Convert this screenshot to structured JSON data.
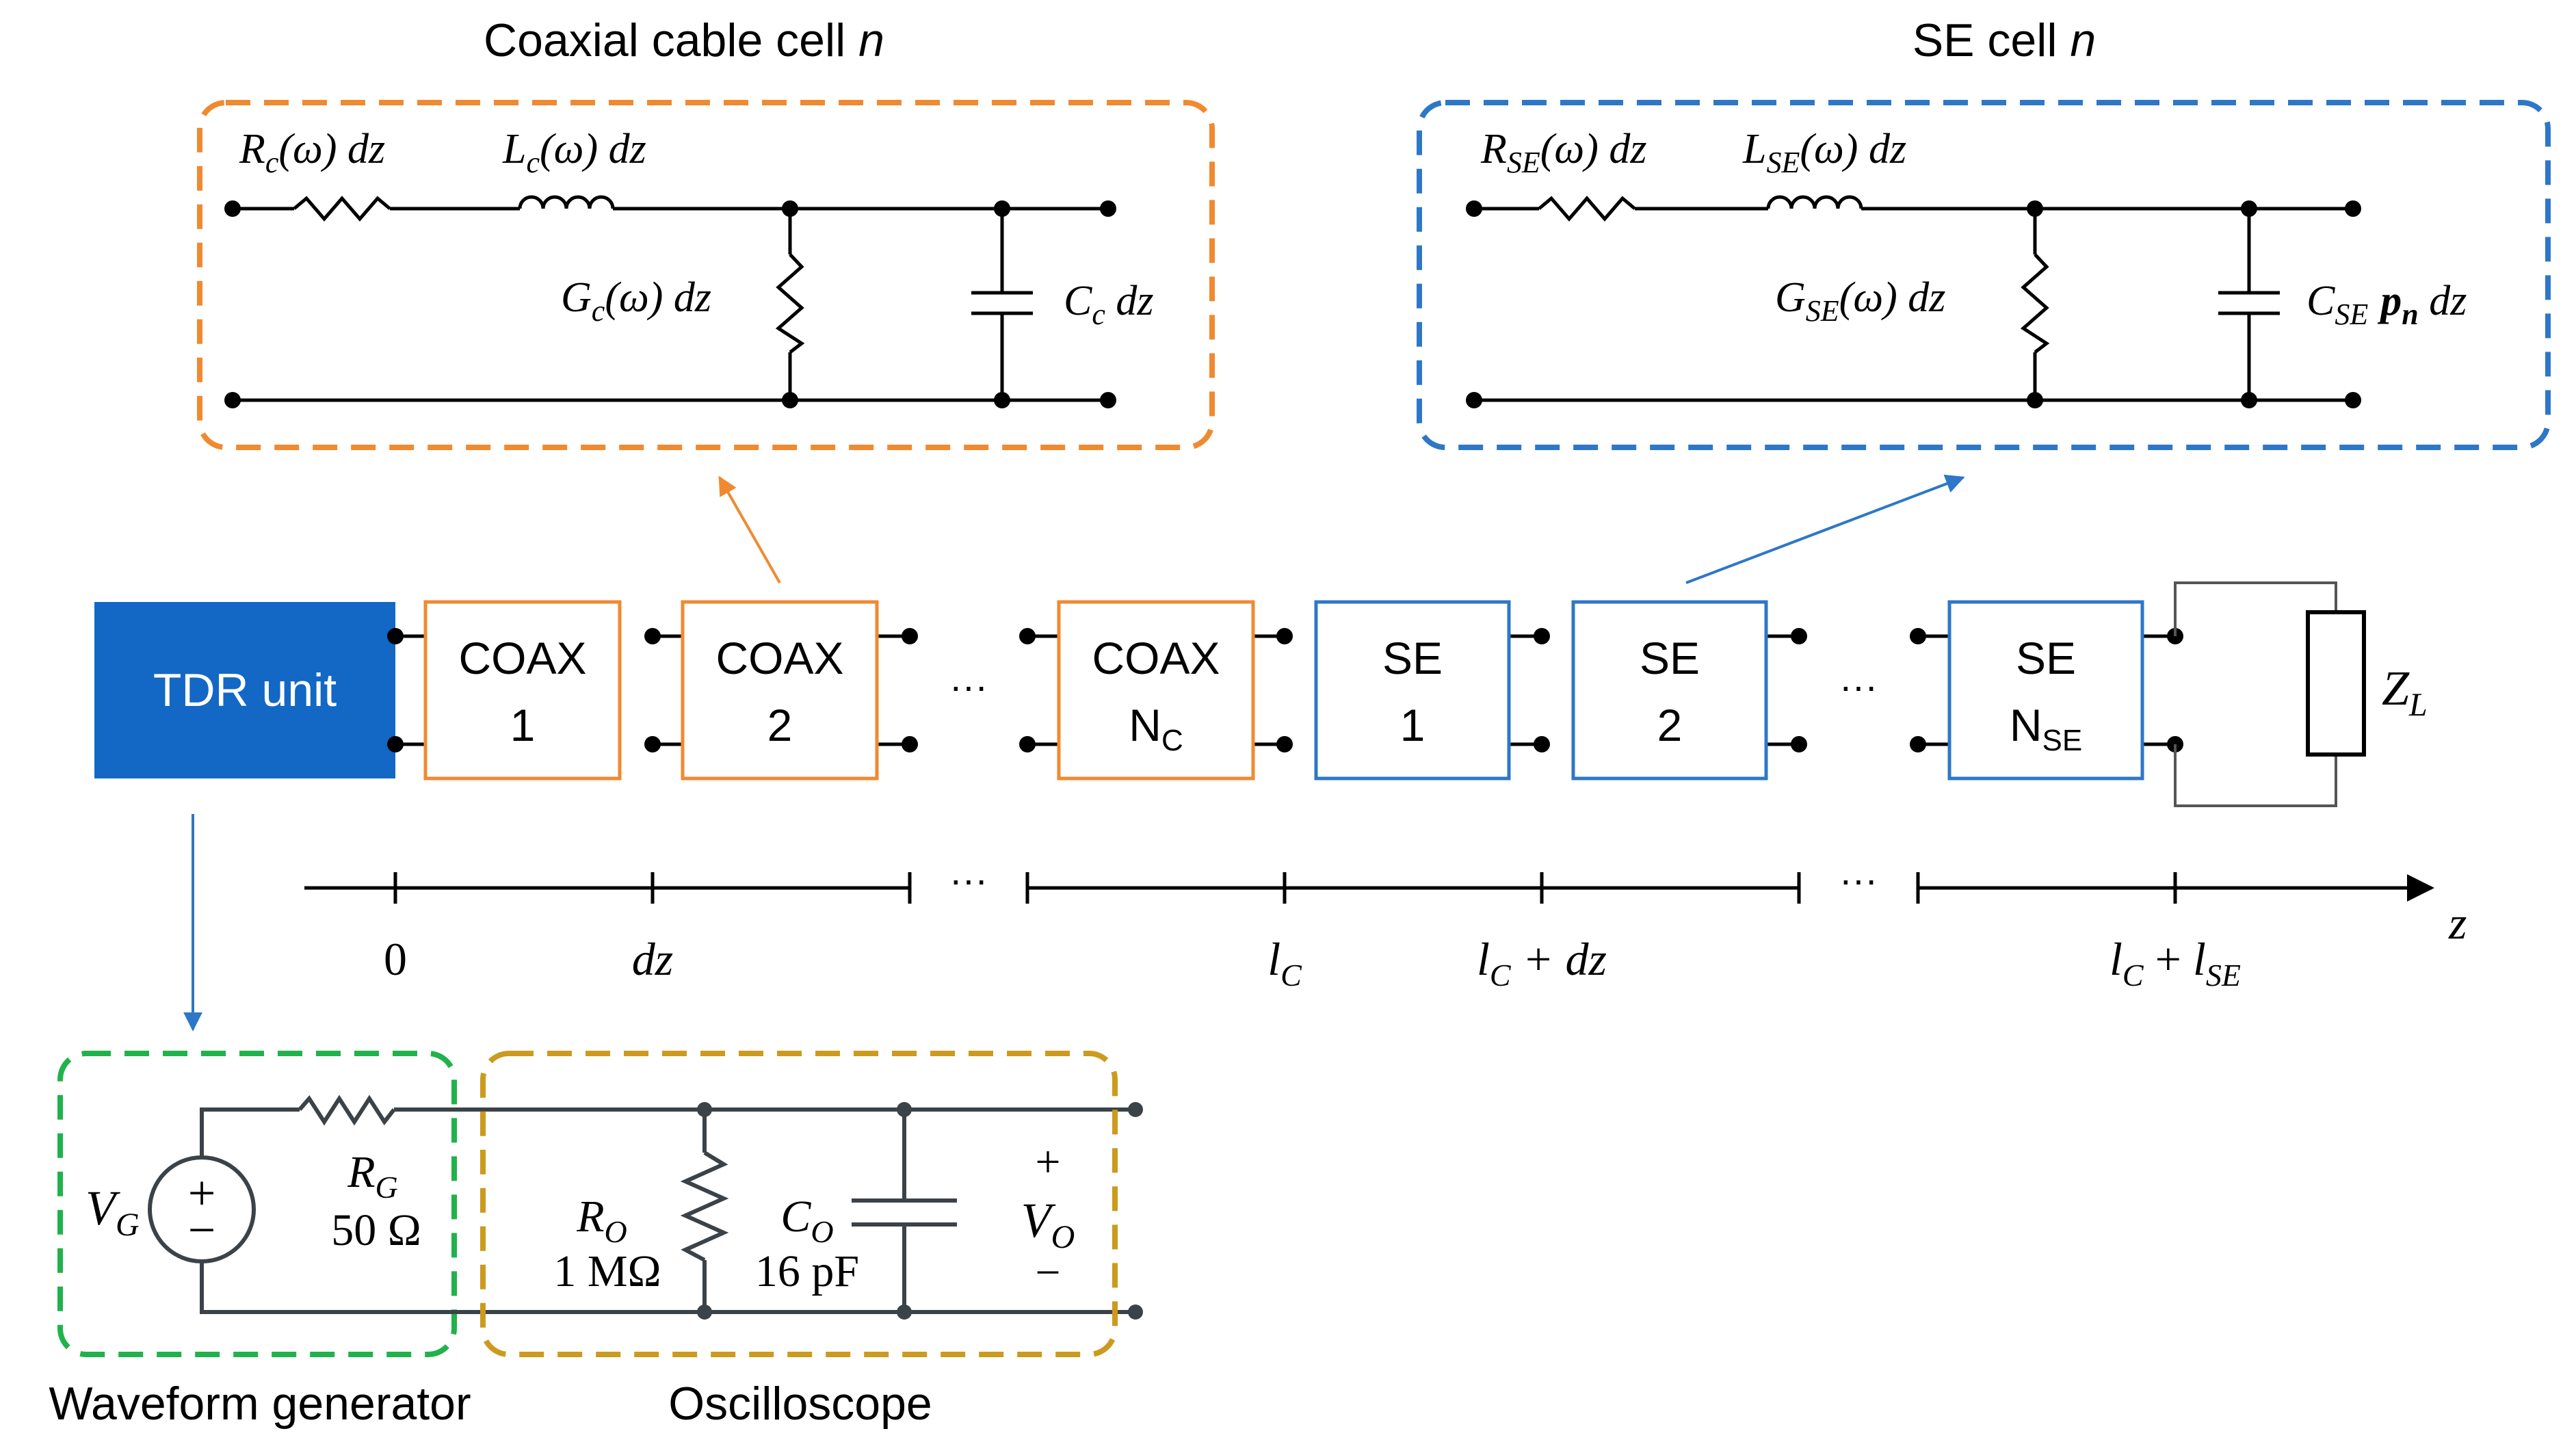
{
  "colors": {
    "coax": "#F08A30",
    "se": "#2E77C8",
    "tdr": "#1268C4",
    "generator": "#21B24C",
    "oscilloscope": "#CC9A1E",
    "wire": "#000000",
    "circuit_wire": "#3B4248"
  },
  "coax_cell": {
    "title": "Coaxial cable cell",
    "title_var": "n",
    "resistor": {
      "sym": "R",
      "sub": "c",
      "arg": "(ω)",
      "suffix": " dz"
    },
    "inductor": {
      "sym": "L",
      "sub": "c",
      "arg": "(ω)",
      "suffix": " dz"
    },
    "conductance": {
      "sym": "G",
      "sub": "c",
      "arg": "(ω)",
      "suffix": " dz"
    },
    "capacitor": {
      "sym": "C",
      "sub": "c",
      "suffix": " dz"
    }
  },
  "se_cell": {
    "title": "SE cell",
    "title_var": "n",
    "resistor": {
      "sym": "R",
      "sub": "SE",
      "arg": "(ω)",
      "suffix": " dz"
    },
    "inductor": {
      "sym": "L",
      "sub": "SE",
      "arg": "(ω)",
      "suffix": " dz"
    },
    "conductance": {
      "sym": "G",
      "sub": "SE",
      "arg": "(ω)",
      "suffix": " dz"
    },
    "capacitor": {
      "sym": "C",
      "sub": "SE",
      "p": "p",
      "p_sub": "n",
      "suffix": " dz"
    }
  },
  "chain": {
    "tdr_label": "TDR unit",
    "coax_name": "COAX",
    "coax_1": "1",
    "coax_2": "2",
    "coax_n": "N",
    "coax_n_sub": "C",
    "se_name": "SE",
    "se_1": "1",
    "se_2": "2",
    "se_n": "N",
    "se_n_sub": "SE",
    "ellipsis": "···",
    "load": {
      "sym": "Z",
      "sub": "L"
    }
  },
  "axis": {
    "label": "z",
    "ellipsis": "···",
    "ticks": {
      "zero": "0",
      "dz": "dz",
      "lc": {
        "sym": "l",
        "sub": "C"
      },
      "lc_dz": {
        "sym": "l",
        "sub": "C",
        "rest": " + dz"
      },
      "lc_lse": {
        "sym": "l",
        "sub": "C",
        "plus": " + ",
        "sym2": "l",
        "sub2": "SE"
      }
    }
  },
  "generator": {
    "caption": "Waveform generator",
    "source": {
      "sym": "V",
      "sub": "G"
    },
    "plus": "+",
    "minus": "−",
    "resistor": {
      "sym": "R",
      "sub": "G",
      "value": "50 Ω"
    }
  },
  "oscilloscope": {
    "caption": "Oscilloscope",
    "resistor": {
      "sym": "R",
      "sub": "O",
      "value": "1 MΩ"
    },
    "capacitor": {
      "sym": "C",
      "sub": "O",
      "value": "16 pF"
    },
    "output": {
      "plus": "+",
      "sym": "V",
      "sub": "O",
      "minus": "−"
    }
  }
}
